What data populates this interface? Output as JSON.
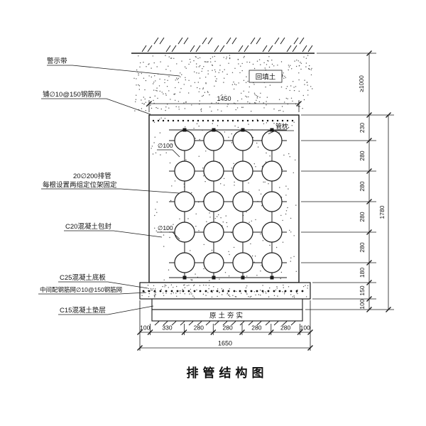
{
  "title": "排管结构图",
  "labels": {
    "warning_tape": "警示带",
    "backfill": "回填土",
    "top_mesh": "铺∅10@150钢筋网",
    "pipes_line1": "20∅200排管",
    "pipes_line2": "每根设置两组定位架固定",
    "encasement": "C20混凝土包封",
    "base_slab": "C25混凝土底板",
    "slab_mesh": "中间配钢筋网∅10@150钢筋网",
    "cushion": "C15混凝土垫层",
    "compacted_soil": "原土夯实",
    "pipe_support": "管枕",
    "pipe_dia_1": "∅100",
    "pipe_dia_2": "∅100"
  },
  "dimensions": {
    "top_width": "1450",
    "bottom_segments": [
      "100",
      "330",
      "280",
      "280",
      "280",
      "280",
      "100"
    ],
    "bottom_total": "1650",
    "right_cover": "≥1000",
    "right_segments": [
      "230",
      "280",
      "280",
      "280",
      "280",
      "180",
      "150",
      "100"
    ],
    "right_total": "1780"
  },
  "grid": {
    "rows": 5,
    "cols": 4
  }
}
